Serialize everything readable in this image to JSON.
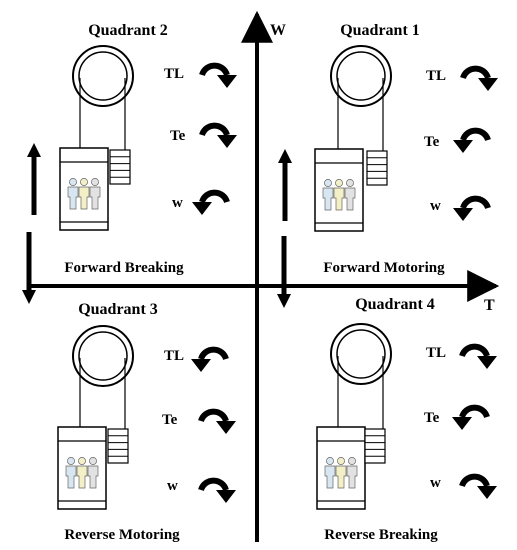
{
  "axes": {
    "vertical": "W",
    "horizontal": "T"
  },
  "quadrants": [
    {
      "id": "q2",
      "title": "Quadrant 2",
      "mode": "Forward Breaking",
      "labels": [
        "TL",
        "Te",
        "w"
      ],
      "rotation": [
        "cw",
        "cw",
        "ccw"
      ],
      "motion": "up"
    },
    {
      "id": "q1",
      "title": "Quadrant 1",
      "mode": "Forward Motoring",
      "labels": [
        "TL",
        "Te",
        "w"
      ],
      "rotation": [
        "cw",
        "ccw",
        "ccw"
      ],
      "motion": "up"
    },
    {
      "id": "q3",
      "title": "Quadrant 3",
      "mode": "Reverse Motoring",
      "labels": [
        "TL",
        "Te",
        "w"
      ],
      "rotation": [
        "ccw",
        "cw",
        "cw"
      ],
      "motion": "down"
    },
    {
      "id": "q4",
      "title": "Quadrant 4",
      "mode": "Reverse Breaking",
      "labels": [
        "TL",
        "Te",
        "w"
      ],
      "rotation": [
        "cw",
        "ccw",
        "cw"
      ],
      "motion": "down"
    }
  ],
  "colors": {
    "ink": "#000000",
    "person1": "#d8e6f2",
    "person2": "#f3efc6",
    "person3": "#e2e2e2"
  }
}
